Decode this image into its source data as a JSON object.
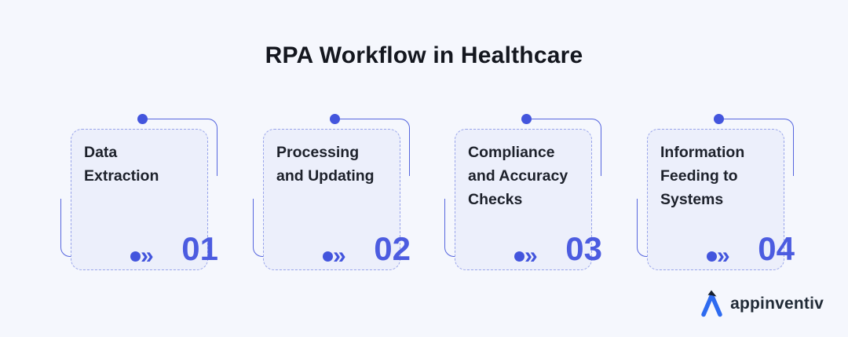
{
  "title": "RPA Workflow in Healthcare",
  "steps": [
    {
      "number": "01",
      "label": "Data\nExtraction"
    },
    {
      "number": "02",
      "label": "Processing\nand Updating"
    },
    {
      "number": "03",
      "label": "Compliance\nand Accuracy\nChecks"
    },
    {
      "number": "04",
      "label": "Information\nFeeding to\nSystems"
    }
  ],
  "icons": {
    "double_chevron": "»",
    "connector_dot": "filled-circle",
    "logo_mark": "appinventiv-triangle-a"
  },
  "logo": {
    "text": "appinventiv"
  },
  "colors": {
    "page_background": "#f5f7fd",
    "card_background": "#eceffb",
    "card_border": "#98a4ea",
    "connector_line": "#5565de",
    "dot_blue": "#4355dd",
    "number_blue": "#4c5ce0",
    "title_text": "#14171f",
    "card_text": "#1d212b",
    "logo_blue": "#2e6bf0",
    "logo_dark": "#16202e"
  }
}
